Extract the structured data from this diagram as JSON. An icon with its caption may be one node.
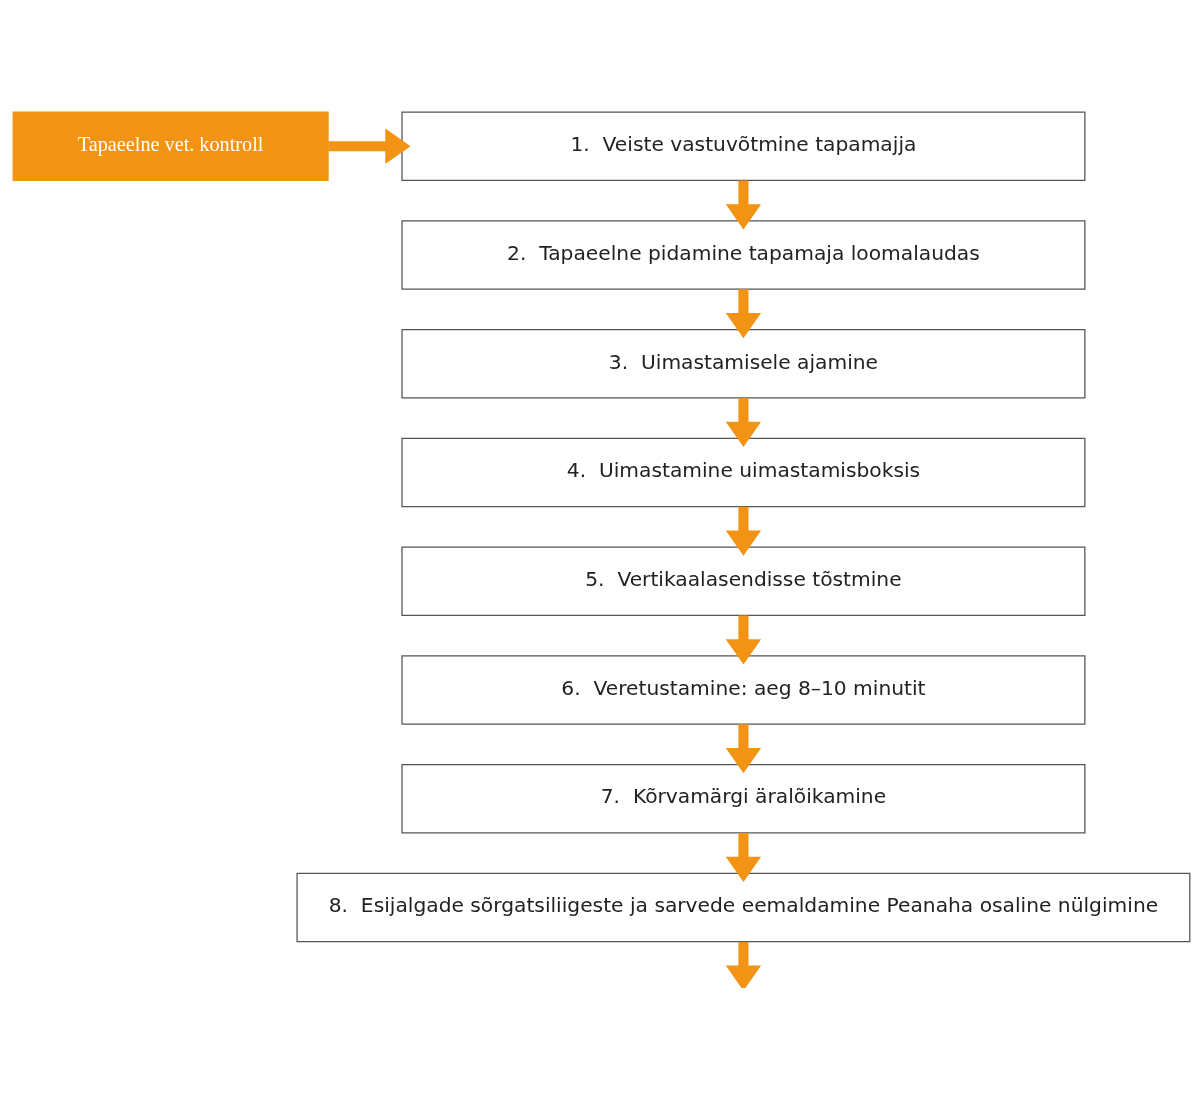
{
  "diagram": {
    "nodes": [
      {
        "text": [
          "Tapaeelne vet. kontroll"
        ]
      },
      {
        "text": [
          "1.  Veiste vastuvõtmine tapamajja"
        ]
      },
      {
        "text": [
          "2.  Tapaeelne pidamine tapamaja loomalaudas"
        ]
      },
      {
        "text": [
          "3.  Uimastamisele ajamine"
        ]
      },
      {
        "text": [
          "4.  Uimastamine uimastamisboksis"
        ]
      },
      {
        "text": [
          "5.  Vertikaalasendisse tõstmine"
        ]
      },
      {
        "text": [
          "6.  Veretustamine: aeg 8–10 minutit"
        ]
      },
      {
        "text": [
          "7.  Kõrvamärgi äralõikamine"
        ]
      },
      {
        "text": [
          "8.  Esijalgade sõrgatsiliigeste ja sarvede eemaldamine Peanaha osaline nülgimine"
        ]
      }
    ],
    "edges": [
      {
        "from": 0,
        "to": 1,
        "arrow": "to"
      },
      {
        "from": 1,
        "to": 2,
        "arrow": "to"
      },
      {
        "from": 2,
        "to": 3,
        "arrow": "to"
      },
      {
        "from": 3,
        "to": 4,
        "arrow": "to"
      },
      {
        "from": 4,
        "to": 5,
        "arrow": "to"
      },
      {
        "from": 5,
        "to": 6,
        "arrow": "to"
      },
      {
        "from": 6,
        "to": 7,
        "arrow": "to"
      },
      {
        "from": 7,
        "to": 8,
        "arrow": "to"
      },
      {
        "from": 8,
        "to": null,
        "arrow": "to"
      }
    ]
  }
}
